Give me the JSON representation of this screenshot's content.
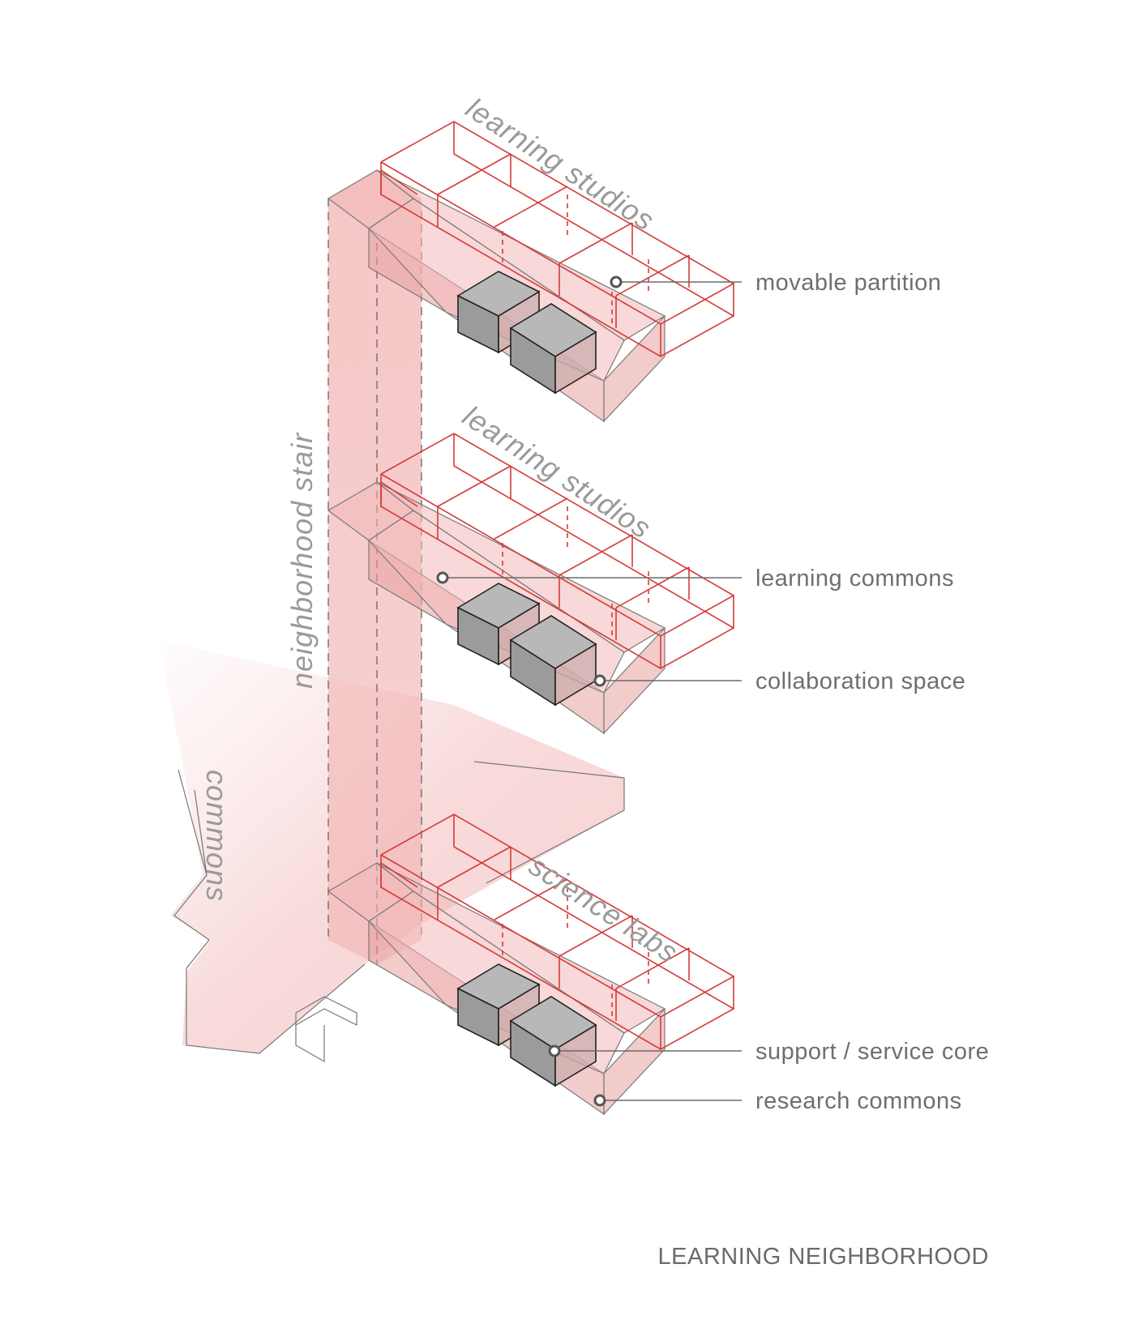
{
  "diagram": {
    "zones": {
      "top_studios": "learning studios",
      "middle_studios": "learning studios",
      "science_labs": "science labs",
      "stair": "neighborhood stair",
      "commons": "commons"
    },
    "callouts": {
      "movable_partition": "movable partition",
      "learning_commons": "learning commons",
      "collaboration_space": "collaboration space",
      "support_service_core": "support / service core",
      "research_commons": "research commons"
    },
    "caption": "LEARNING NEIGHBORHOOD",
    "colors": {
      "accent_red": "#d63a3a",
      "pink_fill": "#f2b8b8",
      "service_grey": "#9b9b9b",
      "label_grey": "#6f6f6f"
    }
  }
}
